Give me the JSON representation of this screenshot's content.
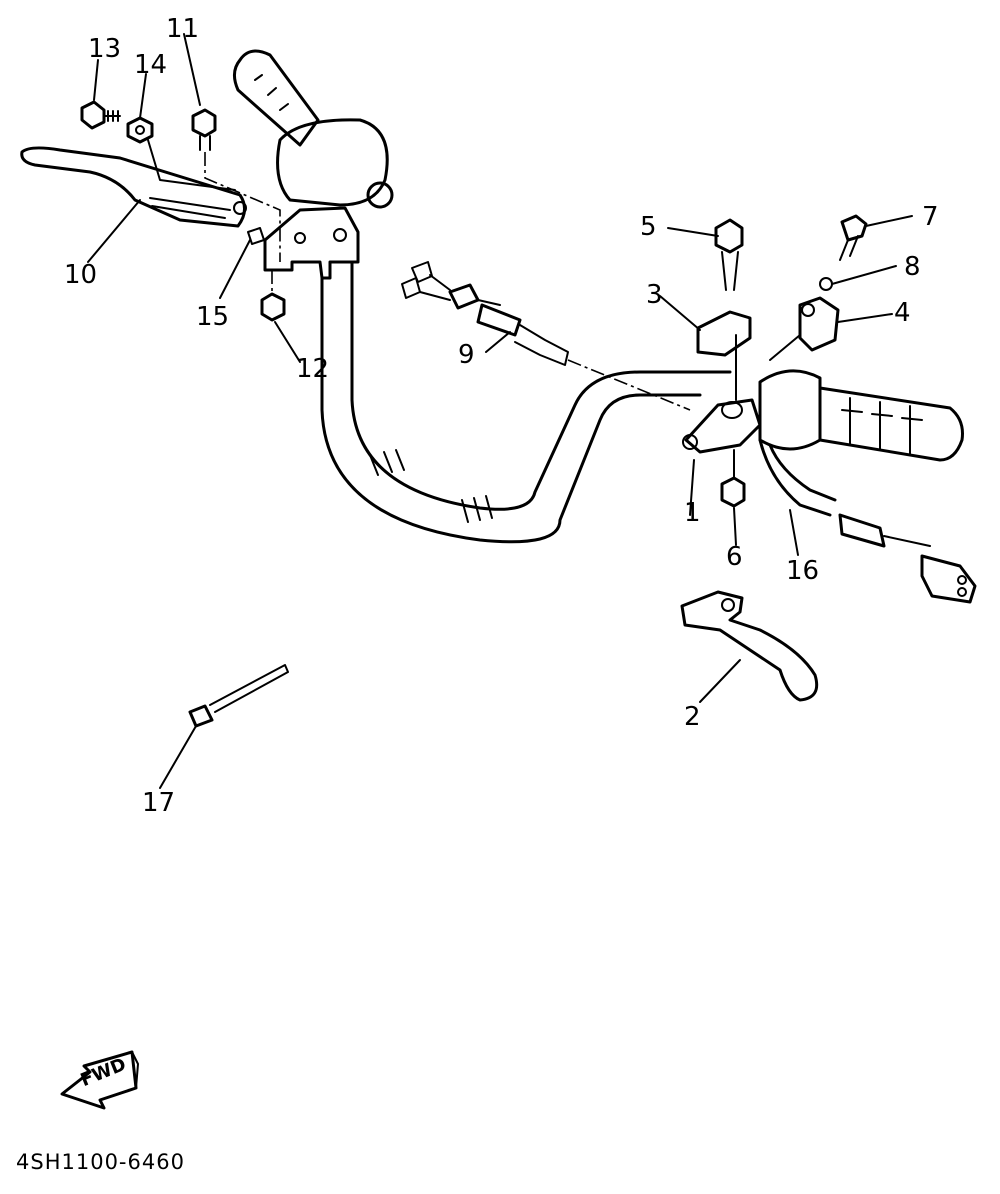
{
  "diagram": {
    "diagram_code": "4SH1100-6460",
    "direction_marker": "FWD",
    "part_labels": {
      "p1": "1",
      "p2": "2",
      "p3": "3",
      "p4": "4",
      "p5": "5",
      "p6": "6",
      "p7": "7",
      "p8": "8",
      "p9": "9",
      "p10": "10",
      "p11": "11",
      "p12": "12",
      "p13": "13",
      "p14": "14",
      "p15": "15",
      "p16": "16",
      "p17": "17"
    }
  }
}
